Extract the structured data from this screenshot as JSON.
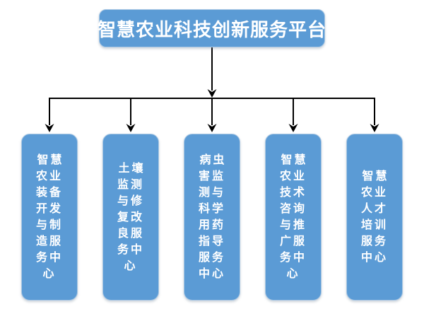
{
  "diagram": {
    "root": {
      "label": "智慧农业科技创新服务平台"
    },
    "children": [
      {
        "label": "智慧农业装备开发与制造服务中心",
        "wrapped": "智慧\n农业\n装备\n开发\n与制\n造服\n务中\n心"
      },
      {
        "label": "土壤监测与修复改良服务中心",
        "wrapped": "土壤\n监测\n与修\n复改\n良服\n务中\n心"
      },
      {
        "label": "病虫害监测与科学用药指导服务中心",
        "wrapped": "病虫\n害监\n测与\n科学\n用药\n指导\n服务\n中心"
      },
      {
        "label": "智慧农业技术咨询与推广服务中心",
        "wrapped": "智慧\n农业\n技术\n咨询\n与推\n广服\n务中\n心"
      },
      {
        "label": "智慧农业人才培训服务中心",
        "wrapped": "智慧\n农业\n人才\n培训\n服务\n中心"
      }
    ],
    "colors": {
      "node_fill": "#5B9BD5",
      "node_border": "#A9C7E3",
      "node_text": "#FFFFFF",
      "connector": "#000000",
      "background": "#FFFFFF"
    }
  }
}
